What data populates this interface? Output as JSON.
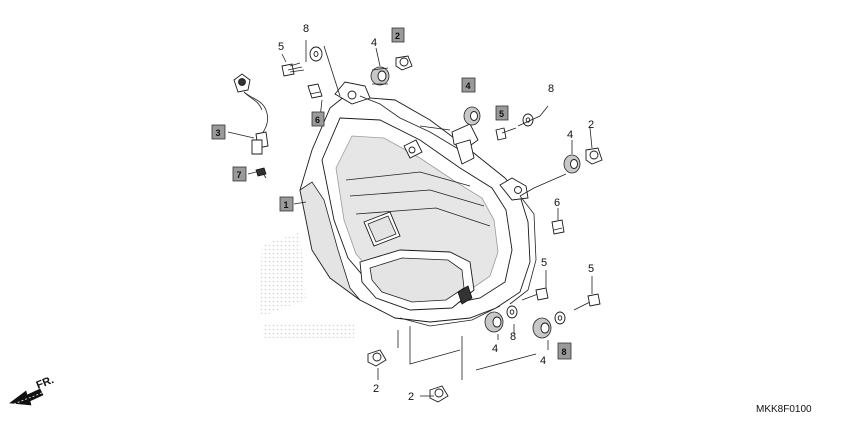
{
  "diagram": {
    "code": "MKK8F0100",
    "front_label": "FR.",
    "plain_labels": {
      "l5a": "5",
      "l8a": "8",
      "l4a": "4",
      "l8b": "8",
      "l4b": "4",
      "l2a": "2",
      "l6": "6",
      "l5b": "5",
      "l5c": "5",
      "l4c": "4",
      "l8c": "8",
      "l4d": "4",
      "l2b": "2",
      "l2c": "2"
    },
    "boxed_labels": {
      "b2": "2",
      "b4": "4",
      "b5": "5",
      "b6": "6",
      "b3": "3",
      "b7": "7",
      "b1": "1",
      "b8": "8"
    }
  }
}
